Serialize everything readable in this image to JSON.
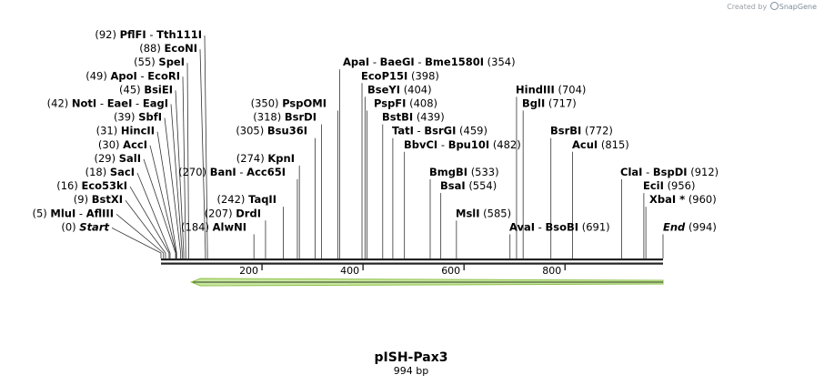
{
  "credit": {
    "text": "Created by",
    "brand": "SnapGene"
  },
  "plasmid": {
    "name": "pISH-Pax3",
    "length_label": "994 bp",
    "length": 994
  },
  "colors": {
    "feature_fill": "#c8e6a0",
    "feature_stroke": "#8fc24a",
    "backbone": "#222222"
  },
  "ticks": [
    {
      "pos": 200,
      "label": "200"
    },
    {
      "pos": 400,
      "label": "400"
    },
    {
      "pos": 600,
      "label": "600"
    },
    {
      "pos": 800,
      "label": "800"
    }
  ],
  "feature": {
    "start": 60,
    "end": 994,
    "direction": "reverse"
  },
  "sites_left": [
    {
      "names": [
        "PflFI",
        "Tth111I"
      ],
      "pos_label": "(92)",
      "pos": 92,
      "row": 0
    },
    {
      "names": [
        "EcoNI"
      ],
      "pos_label": "(88)",
      "pos": 88,
      "row": 1
    },
    {
      "names": [
        "SpeI"
      ],
      "pos_label": "(55)",
      "pos": 55,
      "row": 2
    },
    {
      "names": [
        "ApoI",
        "EcoRI"
      ],
      "pos_label": "(49)",
      "pos": 49,
      "row": 3
    },
    {
      "names": [
        "BsiEI"
      ],
      "pos_label": "(45)",
      "pos": 45,
      "row": 4
    },
    {
      "names": [
        "NotI",
        "EaeI",
        "EagI"
      ],
      "pos_label": "(42)",
      "pos": 42,
      "row": 5
    },
    {
      "names": [
        "SbfI"
      ],
      "pos_label": "(39)",
      "pos": 39,
      "row": 6
    },
    {
      "names": [
        "HincII"
      ],
      "pos_label": "(31)",
      "pos": 31,
      "row": 7
    },
    {
      "names": [
        "AccI"
      ],
      "pos_label": "(30)",
      "pos": 30,
      "row": 8
    },
    {
      "names": [
        "SalI"
      ],
      "pos_label": "(29)",
      "pos": 29,
      "row": 9
    },
    {
      "names": [
        "SacI"
      ],
      "pos_label": "(18)",
      "pos": 18,
      "row": 10
    },
    {
      "names": [
        "Eco53kI"
      ],
      "pos_label": "(16)",
      "pos": 16,
      "row": 11
    },
    {
      "names": [
        "BstXI"
      ],
      "pos_label": "(9)",
      "pos": 9,
      "row": 12
    },
    {
      "names": [
        "MluI",
        "AflIII"
      ],
      "pos_label": "(5)",
      "pos": 5,
      "row": 13
    },
    {
      "names": [
        "Start"
      ],
      "pos_label": "(0)",
      "pos": 0,
      "row": 14,
      "italic": true
    }
  ],
  "sites_mid_left": [
    {
      "names": [
        "BanI",
        "Acc65I"
      ],
      "pos_label": "(270)",
      "pos": 270,
      "row": 10,
      "label_before": true
    },
    {
      "names": [
        "KpnI"
      ],
      "pos_label": "(274)",
      "pos": 274,
      "row": 9
    },
    {
      "names": [
        "TaqII"
      ],
      "pos_label": "(242)",
      "pos": 242,
      "row": 12
    },
    {
      "names": [
        "DrdI"
      ],
      "pos_label": "(207)",
      "pos": 207,
      "row": 13
    },
    {
      "names": [
        "AlwNI"
      ],
      "pos_label": "(184)",
      "pos": 184,
      "row": 14
    },
    {
      "names": [
        "Bsu36I"
      ],
      "pos_label": "(305)",
      "pos": 305,
      "row": 7
    },
    {
      "names": [
        "BsrDI"
      ],
      "pos_label": "(318)",
      "pos": 318,
      "row": 6
    },
    {
      "names": [
        "PspOMI"
      ],
      "pos_label": "(350)",
      "pos": 350,
      "row": 5
    }
  ],
  "sites_mid": [
    {
      "names": [
        "ApaI",
        "BaeGI",
        "Bme1580I"
      ],
      "pos_label": "(354)",
      "pos": 354,
      "row": 2
    },
    {
      "names": [
        "EcoP15I"
      ],
      "pos_label": "(398)",
      "pos": 398,
      "row": 3
    },
    {
      "names": [
        "BseYI"
      ],
      "pos_label": "(404)",
      "pos": 404,
      "row": 4
    },
    {
      "names": [
        "PspFI"
      ],
      "pos_label": "(408)",
      "pos": 408,
      "row": 5
    },
    {
      "names": [
        "BstBI"
      ],
      "pos_label": "(439)",
      "pos": 439,
      "row": 6
    },
    {
      "names": [
        "TatI",
        "BsrGI"
      ],
      "pos_label": "(459)",
      "pos": 459,
      "row": 7
    },
    {
      "names": [
        "BbvCI",
        "Bpu10I"
      ],
      "pos_label": "(482)",
      "pos": 482,
      "row": 8
    },
    {
      "names": [
        "BmgBI"
      ],
      "pos_label": "(533)",
      "pos": 533,
      "row": 10
    },
    {
      "names": [
        "BsaI"
      ],
      "pos_label": "(554)",
      "pos": 554,
      "row": 11
    },
    {
      "names": [
        "MslI"
      ],
      "pos_label": "(585)",
      "pos": 585,
      "row": 13
    }
  ],
  "sites_right": [
    {
      "names": [
        "HindIII"
      ],
      "pos_label": "(704)",
      "pos": 704,
      "row": 4
    },
    {
      "names": [
        "BglI"
      ],
      "pos_label": "(717)",
      "pos": 717,
      "row": 5
    },
    {
      "names": [
        "BsrBI"
      ],
      "pos_label": "(772)",
      "pos": 772,
      "row": 7
    },
    {
      "names": [
        "AcuI"
      ],
      "pos_label": "(815)",
      "pos": 815,
      "row": 8
    },
    {
      "names": [
        "AvaI",
        "BsoBI"
      ],
      "pos_label": "(691)",
      "pos": 691,
      "row": 14
    },
    {
      "names": [
        "ClaI",
        "BspDI"
      ],
      "pos_label": "(912)",
      "pos": 912,
      "row": 10
    },
    {
      "names": [
        "EciI"
      ],
      "pos_label": "(956)",
      "pos": 956,
      "row": 11
    },
    {
      "names": [
        "XbaI *"
      ],
      "pos_label": "(960)",
      "pos": 960,
      "row": 12
    },
    {
      "names": [
        "End"
      ],
      "pos_label": "(994)",
      "pos": 994,
      "row": 14,
      "italic": true
    }
  ]
}
